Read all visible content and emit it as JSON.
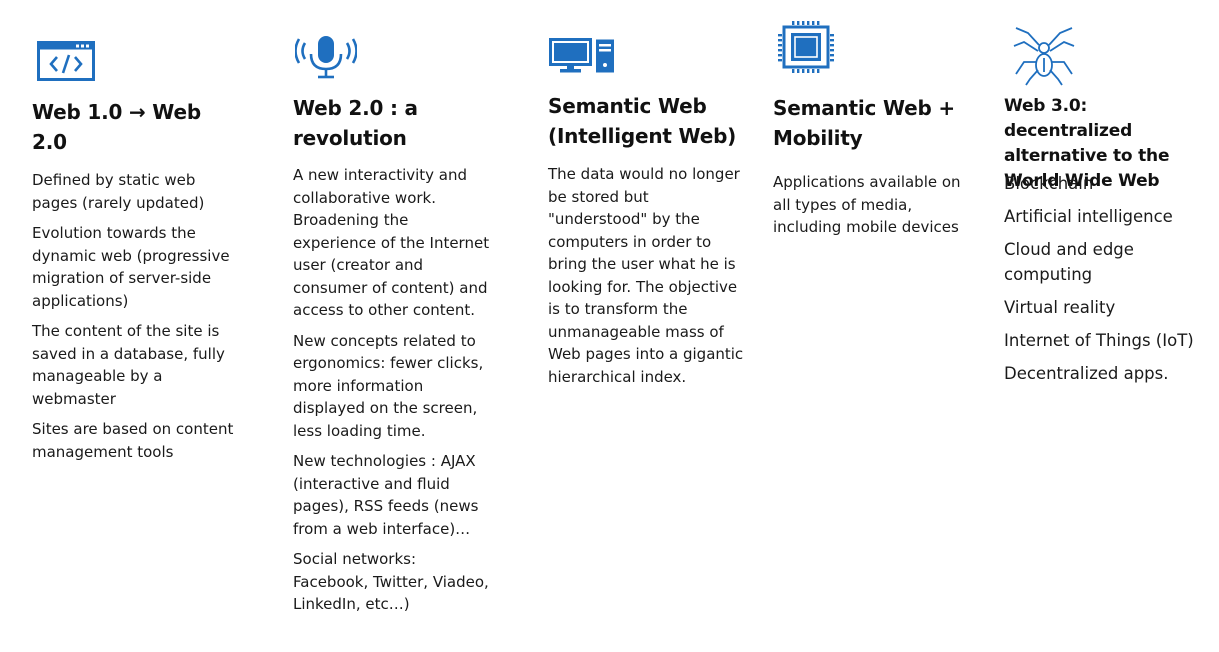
{
  "columns": [
    {
      "icon": "code-window-icon",
      "title": "Web 1.0 → Web 2.0",
      "paragraphs": [
        "Defined by static web pages (rarely updated)",
        "Evolution towards the dynamic web (progressive migration of server-side applications)",
        "The content of the site is saved in a database, fully manageable by a webmaster",
        "Sites are based on content management tools"
      ]
    },
    {
      "icon": "microphone-icon",
      "title": "Web 2.0 : a revolution",
      "paragraphs": [
        "A new interactivity and collaborative work. Broadening the experience of the Internet user (creator and consumer of content) and access to other content.",
        "New concepts related to ergonomics: fewer clicks, more information displayed on the screen, less loading time.",
        "New technologies : AJAX (interactive and fluid pages), RSS feeds (news from a web interface)…",
        "Social networks: Facebook, Twitter, Viadeo, LinkedIn, etc…)"
      ]
    },
    {
      "icon": "desktop-computer-icon",
      "title": "Semantic Web (Intelligent Web)",
      "paragraphs": [
        "The data would no longer be stored but \"understood\" by the computers in order to bring the user what he is looking for. The objective is to transform the unmanageable mass of Web pages into a gigantic hierarchical index."
      ]
    },
    {
      "icon": "processor-chip-icon",
      "title": "Semantic Web + Mobility",
      "paragraphs": [
        "Applications available on all types of media, including mobile devices"
      ]
    },
    {
      "icon": "spider-icon",
      "title": "Web 3.0: decentralized alternative to the World Wide Web",
      "items": [
        "Blockchain",
        "Artificial intelligence",
        "Cloud and edge computing",
        "Virtual reality",
        "Internet of Things (IoT)",
        "Decentralized apps."
      ]
    }
  ],
  "colors": {
    "accent": "#1f6fbf",
    "text": "#1a1a1a"
  }
}
